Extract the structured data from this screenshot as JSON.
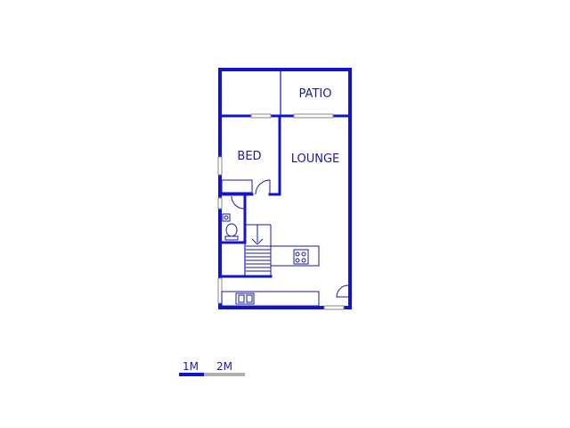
{
  "floor_plan": {
    "rooms": {
      "patio": "PATIO",
      "bed": "BED",
      "lounge": "LOUNGE"
    }
  },
  "scale_bar": {
    "label_1": "1M",
    "label_2": "2M"
  },
  "colors": {
    "wall": "#1414c8",
    "fixture": "#1a1aa0",
    "window": "#8a8a8a",
    "scale_grey": "#b0b0b0",
    "background": "#ffffff"
  }
}
